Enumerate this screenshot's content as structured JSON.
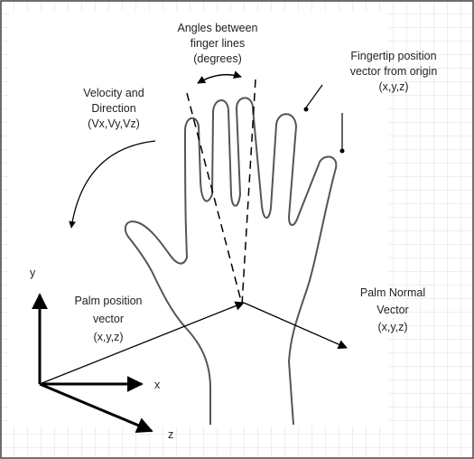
{
  "labels": {
    "angles": [
      "Angles between",
      "finger lines",
      "(degrees)"
    ],
    "fingertip": [
      "Fingertip position",
      "vector from origin",
      "(x,y,z)"
    ],
    "velocity": [
      "Velocity and",
      "Direction",
      "(Vx,Vy,Vz)"
    ],
    "palm_position": [
      "Palm position",
      "vector",
      "(x,y,z)"
    ],
    "palm_normal": [
      "Palm Normal",
      "Vector",
      "(x,y,z)"
    ]
  },
  "axes": {
    "x": "x",
    "y": "y",
    "z": "z"
  },
  "colors": {
    "grid": "#d9d9d9",
    "line": "#000000",
    "hand": "#555555",
    "text": "#222222"
  }
}
